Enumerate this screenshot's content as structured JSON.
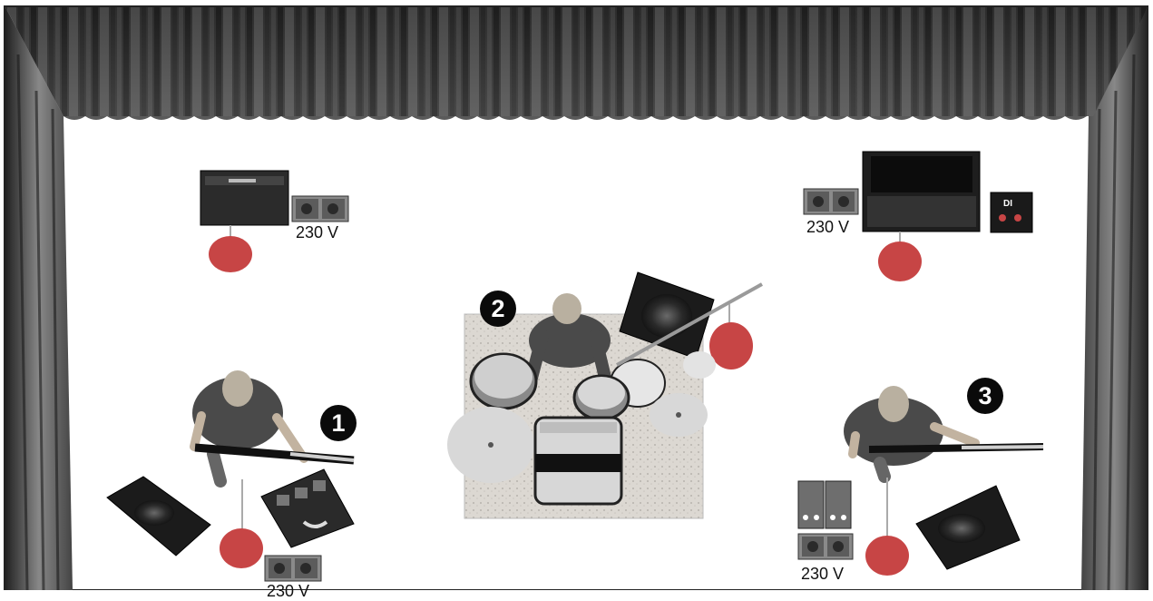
{
  "labels": {
    "voltage_top_left": "230 V",
    "voltage_top_right": "230 V",
    "voltage_bottom_right": "230 V",
    "voltage_bottom_left": "230 V",
    "di_box": "DI"
  },
  "positions": {
    "guitarist": "1",
    "drummer": "2",
    "bassist": "3"
  },
  "colors": {
    "mic_stand_base": "#c74545",
    "cymbal": "#d8d8d8",
    "curtain": "#3a3a3a",
    "drum_rug": "#d9d5d0"
  }
}
